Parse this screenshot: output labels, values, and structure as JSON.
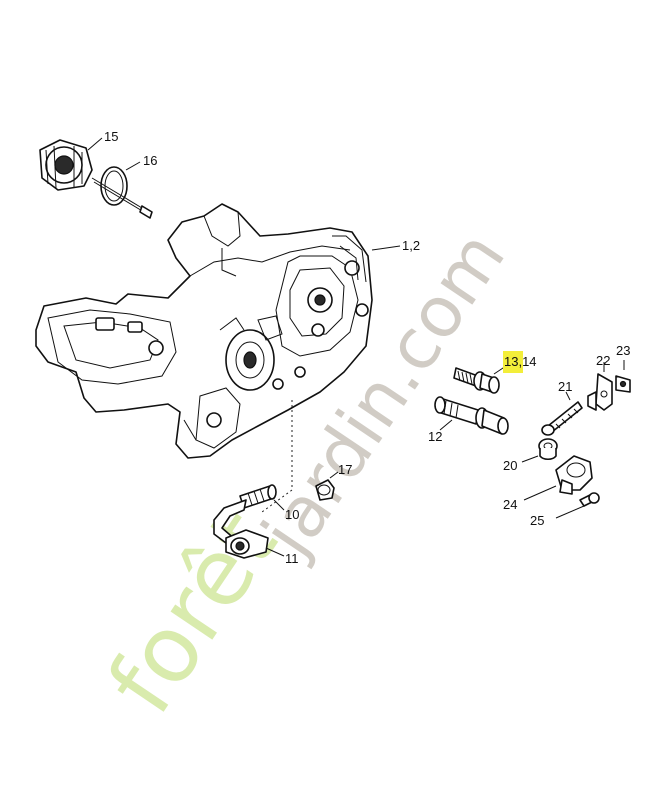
{
  "watermark": {
    "brand": "forêt",
    "site": "jardin.com"
  },
  "callouts": [
    {
      "id": "15",
      "text": "15"
    },
    {
      "id": "16",
      "text": "16"
    },
    {
      "id": "1-2",
      "text": "1,2"
    },
    {
      "id": "13-14",
      "text": "13,14",
      "highlighted": true
    },
    {
      "id": "22",
      "text": "22"
    },
    {
      "id": "23",
      "text": "23"
    },
    {
      "id": "21",
      "text": "21"
    },
    {
      "id": "12",
      "text": "12"
    },
    {
      "id": "20",
      "text": "20"
    },
    {
      "id": "17",
      "text": "17"
    },
    {
      "id": "10",
      "text": "10"
    },
    {
      "id": "24",
      "text": "24"
    },
    {
      "id": "25",
      "text": "25"
    },
    {
      "id": "11",
      "text": "11"
    }
  ],
  "colors": {
    "highlight": "#f3ee3a",
    "line": "#111111",
    "watermark_green": "#d5e9a5",
    "watermark_gray": "#c9c4bb"
  }
}
